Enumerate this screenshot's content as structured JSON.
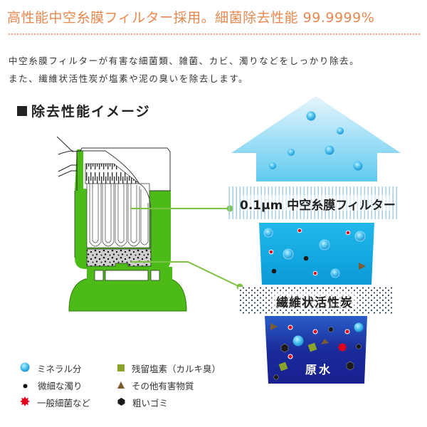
{
  "header": {
    "title": "高性能中空糸膜フィルター採用。細菌除去性能 99.9999%",
    "title_color": "#e8874f"
  },
  "description": {
    "line1": "中空糸膜フィルターが有害な細菌類、雑菌、カビ、濁りなどをしっかり除去。",
    "line2": "また、繊維状活性炭が塩素や泥の臭いを除去します。"
  },
  "section": {
    "title": "除去性能イメージ"
  },
  "diagram": {
    "filter_label": "0.1μm 中空糸膜フィルター",
    "carbon_label": "繊維状活性炭",
    "raw_water_label": "原水",
    "colors": {
      "device_green": "#4cbb17",
      "leader_line": "#7dc242",
      "clean_water": "#a8dcf2",
      "mid_water": "#1ab0e6",
      "raw_water": "#1a1f8a",
      "bacteria_red": "#e0001a",
      "residual_chlorine": "#8aa329",
      "harmful_triangle": "#7a5c2e",
      "debris_black": "#1a1a1a"
    }
  },
  "legend": {
    "items": [
      {
        "icon": "mineral-bubble-icon",
        "label": "ミネラル分"
      },
      {
        "icon": "fine-turbidity-dot-icon",
        "label": "微細な濁り"
      },
      {
        "icon": "bacteria-burst-icon",
        "label": "一般細菌など"
      },
      {
        "icon": "residual-chlorine-square-icon",
        "label": "残留塩素（カルキ臭）"
      },
      {
        "icon": "harmful-substance-triangle-icon",
        "label": "その他有害物質"
      },
      {
        "icon": "coarse-debris-hexagon-icon",
        "label": "粗いゴミ"
      }
    ]
  }
}
